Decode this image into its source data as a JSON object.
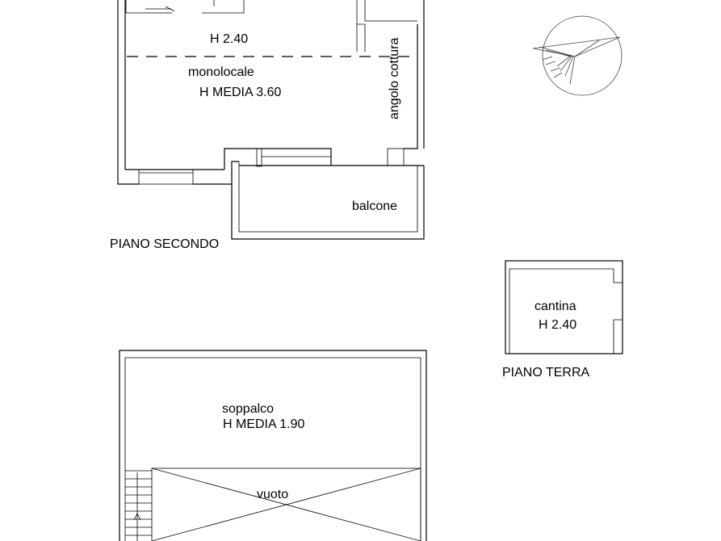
{
  "plan": {
    "piano_secondo": {
      "caption": "PIANO SECONDO",
      "room_height": "H 2.40",
      "room_name": "monolocale",
      "room_avg_height": "H MEDIA 3.60",
      "kitchen": "angolo cottura",
      "balcony": "balcone"
    },
    "piano_terra": {
      "caption": "PIANO TERRA",
      "room_name": "cantina",
      "room_height": "H 2.40"
    },
    "soppalco": {
      "room_name": "soppalco",
      "room_avg_height": "H MEDIA 1.90",
      "void": "vuoto"
    }
  }
}
